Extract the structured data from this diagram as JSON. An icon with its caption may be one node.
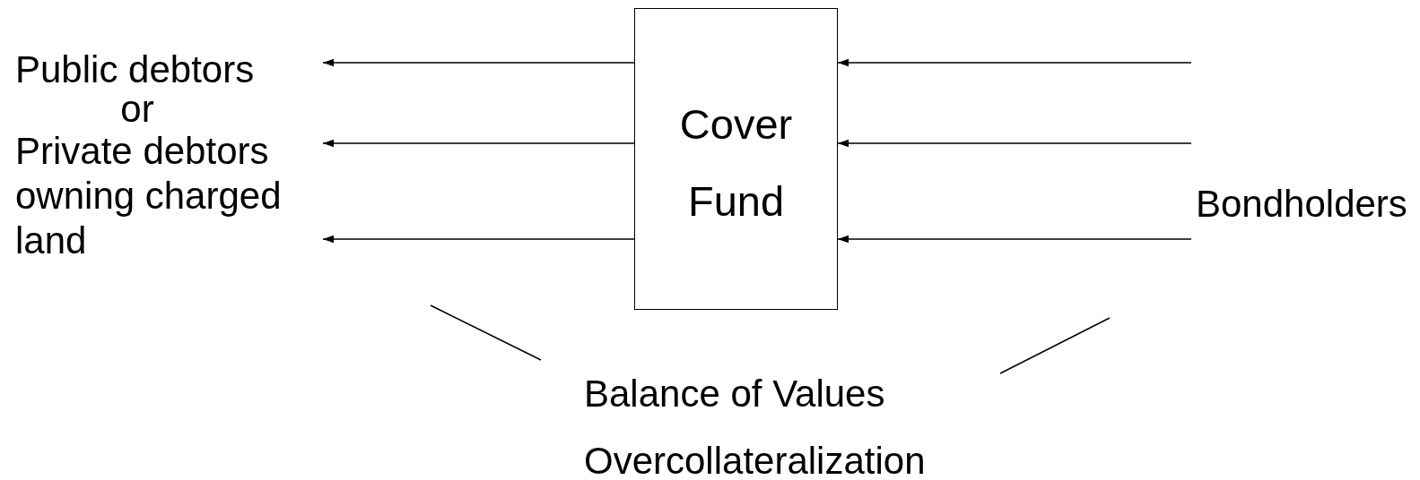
{
  "diagram": {
    "nodes": [
      {
        "text": [
          "Public debtors",
          "or",
          "Private debtors owning charged land"
        ]
      },
      {
        "text": [
          "Cover Fund"
        ]
      },
      {
        "text": [
          "Bondholders"
        ]
      }
    ],
    "edges": [
      {
        "from": 1,
        "to": 0,
        "arrow": "to"
      },
      {
        "from": 1,
        "to": 0,
        "arrow": "to"
      },
      {
        "from": 1,
        "to": 0,
        "arrow": "to"
      },
      {
        "from": null,
        "to": 1,
        "arrow": "to"
      },
      {
        "from": 2,
        "to": 1,
        "arrow": "to"
      },
      {
        "from": 2,
        "to": 1,
        "arrow": "to"
      }
    ],
    "labels": [
      "Balance of Values",
      "Overcollateralization"
    ]
  }
}
